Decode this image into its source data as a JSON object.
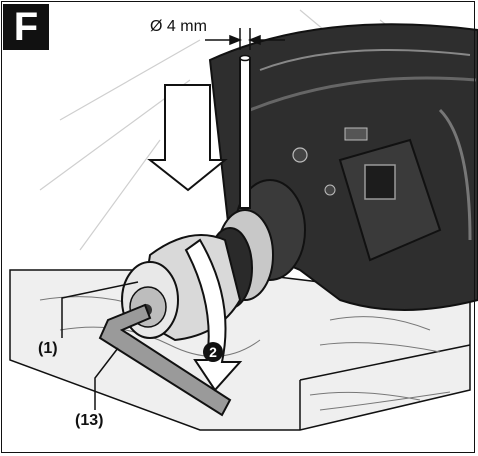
{
  "figure": {
    "letter": "F",
    "dimension": "Ø 4 mm",
    "step": "2",
    "callouts": [
      {
        "id": "1",
        "text": "(1)"
      },
      {
        "id": "13",
        "text": "(13)"
      }
    ]
  },
  "colors": {
    "ink": "#111111",
    "tool_body": "#2e2e2e",
    "chuck": "#d9d9d9",
    "table": "#eeeeee"
  },
  "icons": {
    "rotation": "curved-arrow-icon",
    "downward": "down-arrow-icon",
    "step_marker": "circled-number-icon"
  }
}
